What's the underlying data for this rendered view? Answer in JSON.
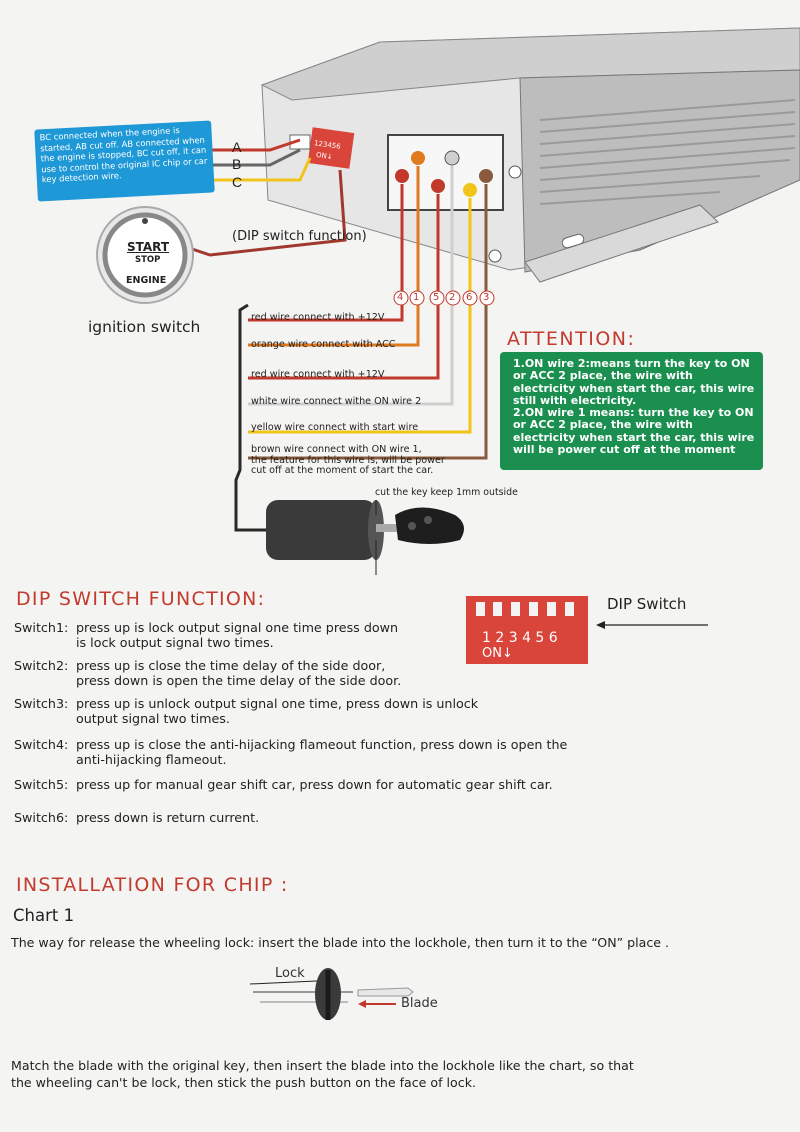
{
  "top_diagram": {
    "bc_note": "BC connected when the engine is started, AB cut off. AB connected when the engine is stopped, BC cut off, it can use to control the original IC chip or car key detection wire.",
    "terminals": [
      "A",
      "B",
      "C"
    ],
    "dip_switch_function_label": "(DIP switch function)",
    "button": {
      "start": "START",
      "stop": "STOP",
      "engine": "ENGINE"
    },
    "ignition_label": "ignition switch",
    "dip_numbers_small": "123456",
    "dip_on_small": "ON↓",
    "wire_numbers": [
      "4",
      "1",
      "5",
      "2",
      "6",
      "3"
    ],
    "wires": [
      "red wire connect with +12V",
      "orange wire connect with ACC",
      "red wire connect with +12V",
      "white wire connect withe ON wire 2",
      "yellow wire connect with start wire"
    ],
    "brown_wire": [
      "brown wire connect with ON wire 1,",
      "the feature for this wire is, will be power",
      "cut off at the moment of start the car."
    ],
    "key_cut_label": "cut the key keep 1mm outside",
    "attention_title": "ATTENTION:",
    "attention_items": [
      "1.ON wire 2:means turn the key to ON or ACC 2 place, the wire with electricity when start the car, this wire still with electricity.",
      "2.ON wire 1 means: turn the key to ON or ACC 2 place, the wire with electricity when start the car, this wire will be power cut off at the moment"
    ],
    "colors": {
      "red": "#c0392b",
      "orange": "#e07a1f",
      "white": "#d0d0d0",
      "yellow": "#f0c419",
      "brown": "#8b5a3c",
      "blue_note": "#1e98d6",
      "green_note": "#1a8f4f"
    }
  },
  "dip_section": {
    "title": "DIP SWITCH FUNCTION:",
    "dip_caption": "DIP Switch",
    "dip_numbers": "1 2 3 4 5 6",
    "dip_on": "ON↓",
    "switches": [
      {
        "key": "Switch1:",
        "lines": [
          "press up is lock output signal one time press down",
          "is lock output signal two times."
        ]
      },
      {
        "key": "Switch2:",
        "lines": [
          "press up is close the time delay of the side door,",
          "press down is open the time delay of the side door."
        ]
      },
      {
        "key": "Switch3:",
        "lines": [
          "press up is unlock output signal one time, press down is unlock",
          "output signal two times."
        ]
      },
      {
        "key": "Switch4:",
        "lines": [
          "press up is close the anti-hijacking flameout function, press down is open the",
          "anti-hijacking flameout."
        ]
      },
      {
        "key": "Switch5:",
        "lines": [
          "press up for manual gear shift car, press down for automatic gear shift car."
        ]
      },
      {
        "key": "Switch6:",
        "lines": [
          "press down is return current."
        ]
      }
    ]
  },
  "install_section": {
    "title": "INSTALLATION FOR CHIP :",
    "chart_label": "Chart 1",
    "intro": "The way for release the wheeling lock: insert the blade into the lockhole, then turn it to the “ON” place .",
    "lock_label": "Lock",
    "blade_label": "Blade",
    "closing": [
      "Match the blade with the original key, then insert the blade into the lockhole like the chart, so that",
      "the wheeling can't be lock, then stick the push button on the face of lock."
    ]
  }
}
